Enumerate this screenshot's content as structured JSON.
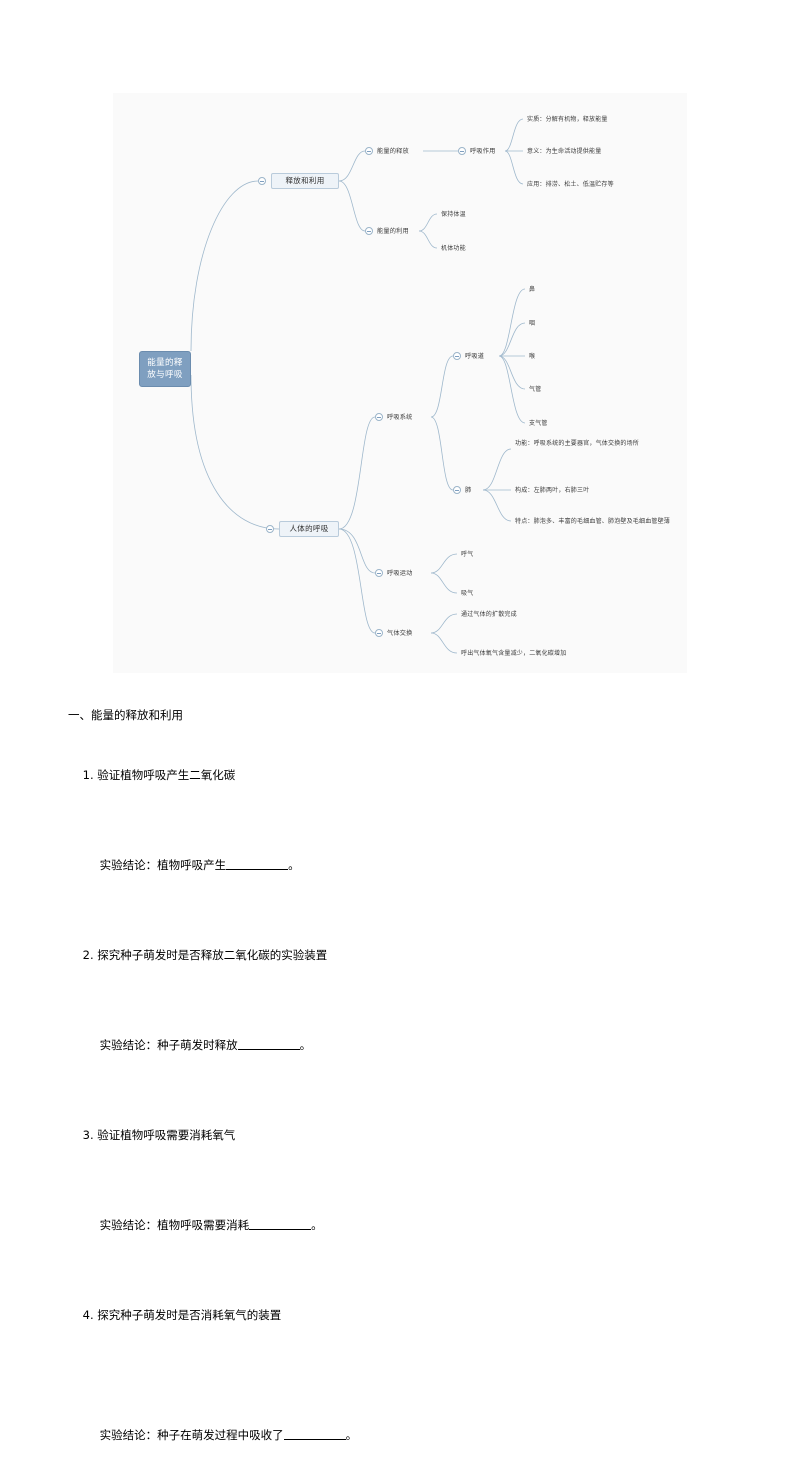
{
  "mindmap": {
    "root": "能量的释放与呼吸",
    "branches": [
      {
        "label": "释放和利用",
        "children": [
          {
            "label": "能量的释放",
            "children": [
              {
                "label": "呼吸作用",
                "children": [
                  {
                    "label": "实质：分解有机物，释放能量"
                  },
                  {
                    "label": "意义：为生命活动提供能量"
                  },
                  {
                    "label": "应用：排涝、松土、低温贮存等"
                  }
                ]
              }
            ]
          },
          {
            "label": "能量的利用",
            "children": [
              {
                "label": "保持体温"
              },
              {
                "label": "机体功能"
              }
            ]
          }
        ]
      },
      {
        "label": "人体的呼吸",
        "children": [
          {
            "label": "呼吸系统",
            "children": [
              {
                "label": "呼吸道",
                "children": [
                  {
                    "label": "鼻"
                  },
                  {
                    "label": "咽"
                  },
                  {
                    "label": "喉"
                  },
                  {
                    "label": "气管"
                  },
                  {
                    "label": "支气管"
                  }
                ]
              },
              {
                "label": "肺",
                "children": [
                  {
                    "label": "功能：呼吸系统的主要器官，气体交换的场所"
                  },
                  {
                    "label": "构成：左肺两叶，右肺三叶"
                  },
                  {
                    "label": "特点：肺泡多、丰富的毛细血管、肺泡壁及毛细血管壁薄"
                  }
                ]
              }
            ]
          },
          {
            "label": "呼吸运动",
            "children": [
              {
                "label": "呼气"
              },
              {
                "label": "吸气"
              }
            ]
          },
          {
            "label": "气体交换",
            "children": [
              {
                "label": "通过气体的扩散完成"
              },
              {
                "label": "呼出气体氧气含量减少，二氧化碳增加"
              }
            ]
          }
        ]
      }
    ]
  },
  "document": {
    "section_heading": "一、能量的释放和利用",
    "items": [
      {
        "number": "1.",
        "title": "验证植物呼吸产生二氧化碳",
        "conclusion_prefix": "实验结论：植物呼吸产生",
        "conclusion_suffix": "。"
      },
      {
        "number": "2.",
        "title": "探究种子萌发时是否释放二氧化碳的实验装置",
        "conclusion_prefix": "实验结论：种子萌发时释放",
        "conclusion_suffix": "。"
      },
      {
        "number": "3.",
        "title": "验证植物呼吸需要消耗氧气",
        "conclusion_prefix": "实验结论：植物呼吸需要消耗",
        "conclusion_suffix": "。"
      },
      {
        "number": "4.",
        "title": "探究种子萌发时是否消耗氧气的装置",
        "conclusion_prefix": "实验结论：种子在萌发过程中吸收了",
        "conclusion_suffix": "。"
      }
    ]
  },
  "colors": {
    "root_fill": "#7f9fc0",
    "branch_fill": "#eef3f8",
    "branch_border": "#b9cbdb",
    "line": "#9fb8cc",
    "panel_bg": "#fafafa"
  }
}
